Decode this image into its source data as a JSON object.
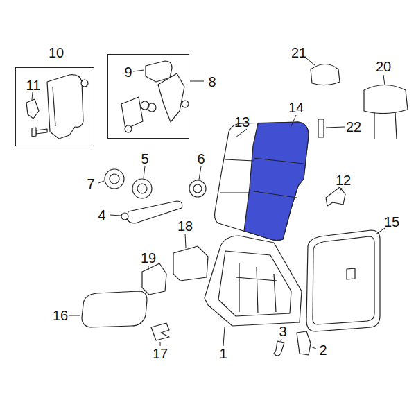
{
  "diagram": {
    "nodes": [
      {
        "text": [
          "10",
          "11"
        ]
      },
      {
        "text": [
          "9",
          "8"
        ]
      }
    ],
    "labels": [
      "21",
      "20",
      "14",
      "13",
      "22",
      "12",
      "5",
      "6",
      "7",
      "4",
      "15",
      "18",
      "19",
      "16",
      "17",
      "3",
      "2",
      "1"
    ]
  }
}
